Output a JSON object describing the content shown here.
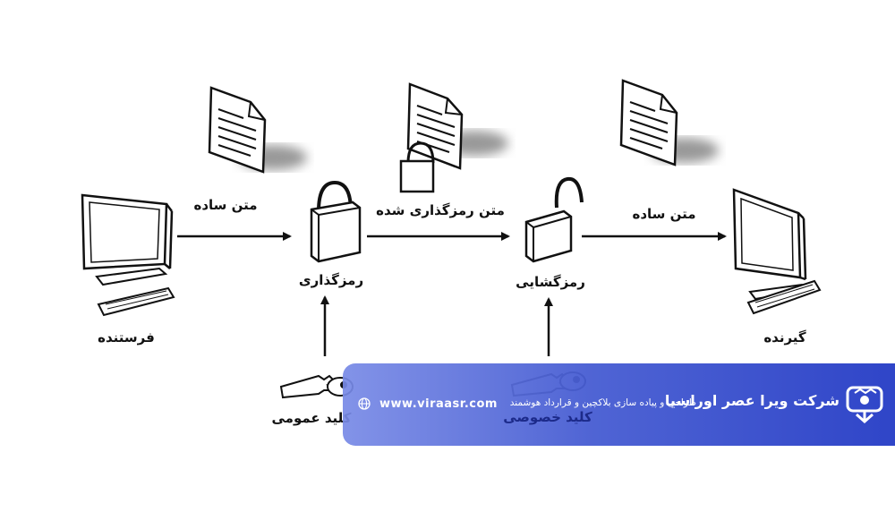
{
  "diagram": {
    "edges": {
      "plain_text_1": "متن ساده",
      "cipher_text": "متن رمزگذاری شده",
      "plain_text_2": "متن ساده"
    },
    "nodes": {
      "sender": "فرستنده",
      "encryption": "رمزگذاری",
      "decryption": "رمزگشایی",
      "receiver": "گیرنده",
      "public_key": "کلید عمومی",
      "private_key": "کلید خصوصی"
    }
  },
  "banner": {
    "company": "شرکت ویرا عصر اوراسیا",
    "tagline": "طراحی و پیاده سازی بلاکچین و قرارداد هوشمند",
    "website": "www.viraasr.com",
    "icons": [
      "globe-icon",
      "company-logo"
    ],
    "colors": {
      "start": "#7a8ae6",
      "end": "#2f45c8",
      "text": "#ffffff"
    }
  }
}
